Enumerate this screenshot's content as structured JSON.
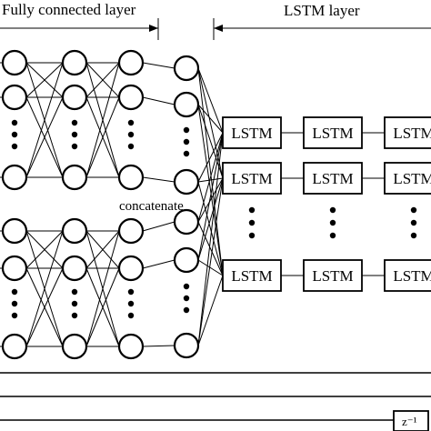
{
  "headers": {
    "fully_connected": "Fully connected layer",
    "lstm_layer": "LSTM layer"
  },
  "labels": {
    "concatenate": "concatenate",
    "lstm_cell": "LSTM",
    "delay": "z⁻¹"
  },
  "colors": {
    "stroke": "#000000",
    "background": "#ffffff"
  }
}
